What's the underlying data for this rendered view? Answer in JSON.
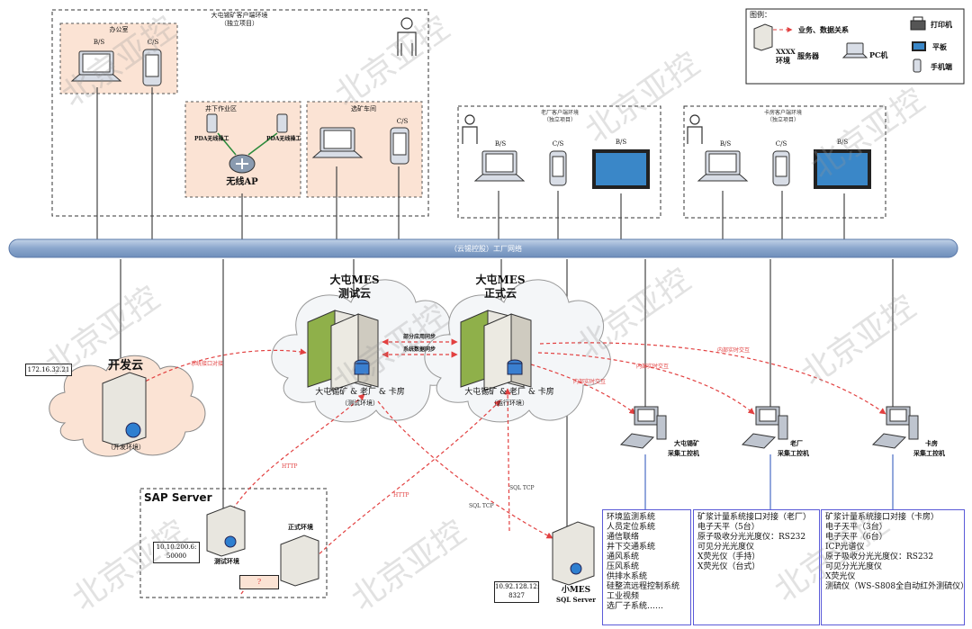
{
  "legend": {
    "title": "图例：",
    "relation": "业务、数据关系",
    "server_box": "XXXX",
    "server_env": "环境",
    "server": "服务器",
    "pc": "PC机",
    "printer": "打印机",
    "tablet": "平板",
    "phone": "手机端"
  },
  "zones": {
    "datun": {
      "title": "大屯锡矿客户端环境",
      "sub": "（独立项目）"
    },
    "office": {
      "title": "办公室",
      "bs": "B/S",
      "cs": "C/S"
    },
    "underground": {
      "title": "井下作业区",
      "pda1": "PDA无线操工",
      "pda2": "PDA无线操工",
      "ap": "无线AP"
    },
    "mill": {
      "title": "选矿车间",
      "cs": "C/S"
    },
    "old_plant": {
      "title": "老厂客户端环境",
      "sub": "（独立项目）",
      "bs1": "B/S",
      "cs": "C/S",
      "bs2": "B/S"
    },
    "kafang": {
      "title": "卡房客户端环境",
      "sub": "（独立项目）",
      "bs1": "B/S",
      "cs": "C/S",
      "bs2": "B/S"
    }
  },
  "network": {
    "label": "（云锡控股）工厂网络"
  },
  "test_cloud": {
    "title1": "大屯MES",
    "title2": "测试云",
    "caption": "大屯锡矿 & 老厂 & 卡房",
    "env": "（测试环境）"
  },
  "prod_cloud": {
    "title1": "大屯MES",
    "title2": "正式云",
    "caption": "大屯锡矿 & 老厂 & 卡房",
    "env": "（运行环境）"
  },
  "sync_labels": {
    "top": "部分应用同步",
    "bottom": "系统数据同步"
  },
  "dev_cloud": {
    "title": "开发云",
    "ip": "172.16.32.21",
    "env": "（开发环境）",
    "link": "系统接口对接"
  },
  "sap": {
    "title": "SAP Server",
    "test_env": "测试环境",
    "prod_env": "正式环境",
    "ip": "10.10.200.6:\n50000",
    "unknown": "?"
  },
  "small_mes": {
    "title": "小MES",
    "sub": "SQL Server",
    "ip": "10.92.128.12:\n8327"
  },
  "links": {
    "http1": "HTTP",
    "http2": "HTTP",
    "sqltcp1": "SQL TCP",
    "sqltcp2": "SQL TCP",
    "intranet1": "内部实时交互",
    "intranet2": "内部实时交互",
    "intranet3": "内部实时交互"
  },
  "stations": {
    "datun": {
      "name": "大屯锡矿",
      "sub": "采集工控机"
    },
    "old": {
      "name": "老厂",
      "sub": "采集工控机"
    },
    "kafang": {
      "name": "卡房",
      "sub": "采集工控机"
    }
  },
  "system_lists": {
    "datun": [
      "环境监测系统",
      "人员定位系统",
      "通信联络",
      "井下交通系统",
      "通风系统",
      "压风系统",
      "供排水系统",
      "硅整流远程控制系统",
      "工业视频",
      "选厂子系统……"
    ],
    "old": [
      "矿浆计量系统接口对接（老厂）",
      "电子天平（5台）",
      "原子吸收分光光度仪：RS232",
      "可见分光光度仪",
      "X荧光仪（手持）",
      "X荧光仪（台式）"
    ],
    "kafang": [
      "矿浆计量系统接口对接（卡房）",
      "电子天平（3台）",
      "电子天平（6台）",
      "ICP光谱仪",
      "原子吸收分光光度仪：RS232",
      "可见分光光度仪",
      "X荧光仪",
      "测硫仪（WS-S808全自动红外测硫仪）"
    ]
  },
  "watermark": "北京亚控",
  "colors": {
    "bus": "#9db4d4",
    "dashed": "#e24040",
    "zone_fill": "#fbe3d4",
    "list_border": "#5a5ad8"
  }
}
